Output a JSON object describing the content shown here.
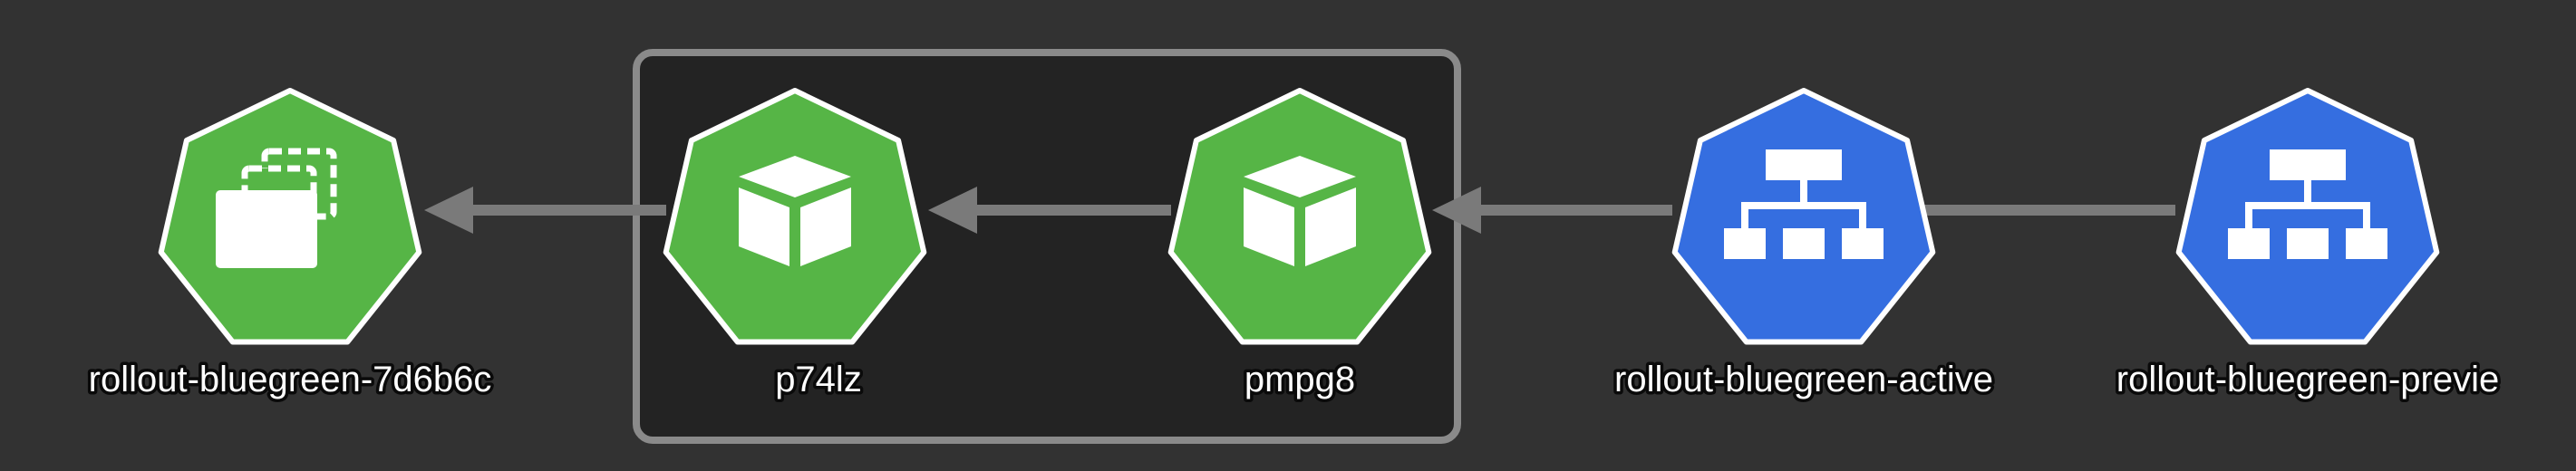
{
  "colors": {
    "background": "#323232",
    "group_fill": "#232323",
    "group_border": "#8a8a8a",
    "edge": "#7a7a7a",
    "green": "#56b546",
    "blue": "#356ee0",
    "node_border": "#ffffff"
  },
  "nodes": [
    {
      "id": "replicaset",
      "label": "rollout-bluegreen-7d6b6c",
      "kind": "replicaset",
      "icon": "replicaset-icon",
      "color": "green"
    },
    {
      "id": "pod1",
      "label": "p74lz",
      "kind": "pod",
      "icon": "pod-cube-icon",
      "color": "green"
    },
    {
      "id": "pod2",
      "label": "pmpg8",
      "kind": "pod",
      "icon": "pod-cube-icon",
      "color": "green"
    },
    {
      "id": "svc-active",
      "label": "rollout-bluegreen-active",
      "kind": "service",
      "icon": "service-hierarchy-icon",
      "color": "blue"
    },
    {
      "id": "svc-preview",
      "label": "rollout-bluegreen-previe",
      "kind": "service",
      "icon": "service-hierarchy-icon",
      "color": "blue"
    }
  ],
  "edges": [
    {
      "from": "pod1",
      "to": "replicaset",
      "arrow": true
    },
    {
      "from": "pod2",
      "to": "pod1",
      "arrow": true
    },
    {
      "from": "svc-active",
      "to": "pod2",
      "arrow": true
    },
    {
      "from": "svc-preview",
      "to": "svc-active",
      "arrow": false
    }
  ],
  "groups": [
    {
      "id": "pod-group",
      "members": [
        "pod1",
        "pod2"
      ]
    }
  ]
}
